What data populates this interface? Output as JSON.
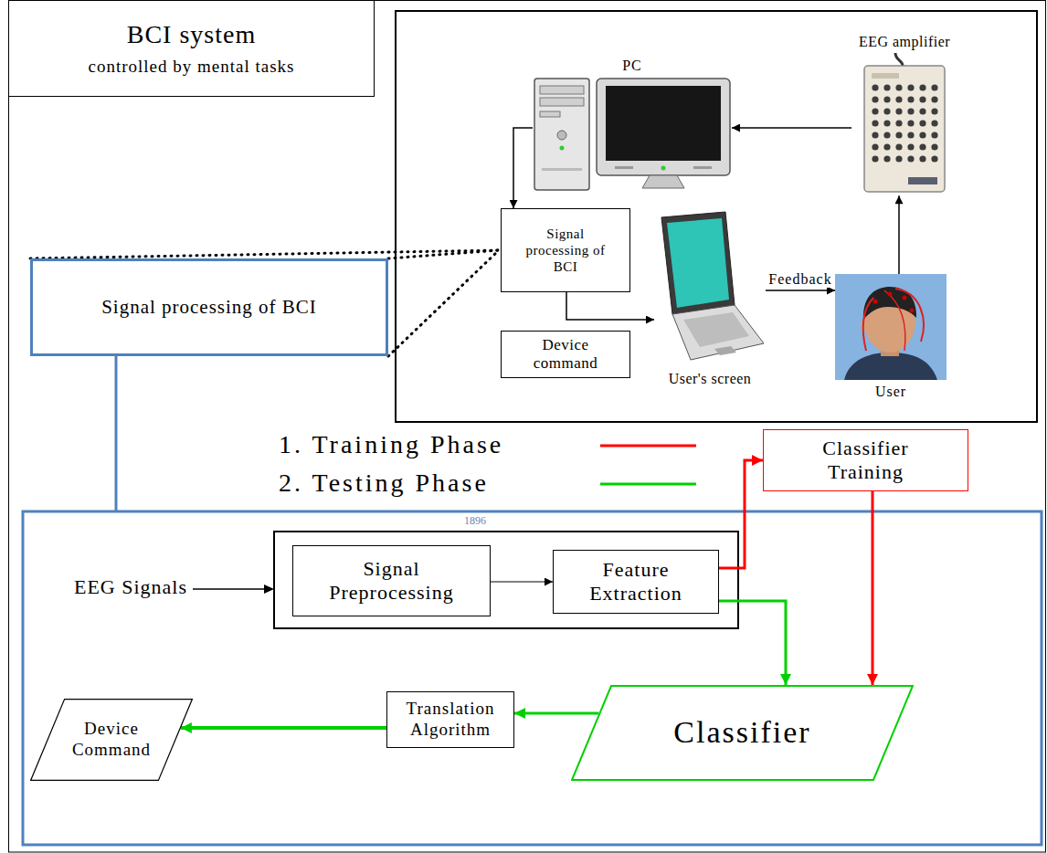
{
  "diagram": {
    "nodes": [
      {
        "text": [
          "BCI system",
          "controlled by mental tasks"
        ]
      },
      {
        "text": [
          "PC"
        ]
      },
      {
        "text": [
          "EEG amplifier"
        ]
      },
      {
        "text": [
          "Signal processing of BCI"
        ]
      },
      {
        "text": [
          "Device command"
        ]
      },
      {
        "text": [
          "User's screen"
        ]
      },
      {
        "text": [
          "User"
        ]
      },
      {
        "text": [
          "Signal processing of BCI"
        ]
      },
      {
        "text": [
          "Classifier Training"
        ]
      },
      {
        "text": [
          "Signal Preprocessing"
        ]
      },
      {
        "text": [
          "Feature Extraction"
        ]
      },
      {
        "text": [
          "Classifier"
        ]
      },
      {
        "text": [
          "Translation Algorithm"
        ]
      },
      {
        "text": [
          "Device Command"
        ]
      }
    ],
    "edges": [
      {
        "from": 2,
        "to": 1,
        "arrow": "to"
      },
      {
        "from": 1,
        "to": 3,
        "arrow": "to"
      },
      {
        "from": 3,
        "to": 5,
        "arrow": "to"
      },
      {
        "from": 5,
        "to": 6,
        "label": "Feedback",
        "arrow": "to"
      },
      {
        "from": 6,
        "to": 2,
        "arrow": "to"
      },
      {
        "from": 9,
        "to": 10,
        "arrow": "to"
      },
      {
        "from": 10,
        "to": 8,
        "arrow": "to"
      },
      {
        "from": 10,
        "to": 11,
        "arrow": "to"
      },
      {
        "from": 8,
        "to": 11,
        "arrow": "to"
      },
      {
        "from": 11,
        "to": 12,
        "arrow": "to"
      },
      {
        "from": 12,
        "to": 13,
        "arrow": "to"
      }
    ],
    "labels": [
      "EEG Signals",
      "1896"
    ],
    "legend": [
      {
        "text": "1. Training Phase"
      },
      {
        "text": "2. Testing Phase"
      }
    ]
  }
}
